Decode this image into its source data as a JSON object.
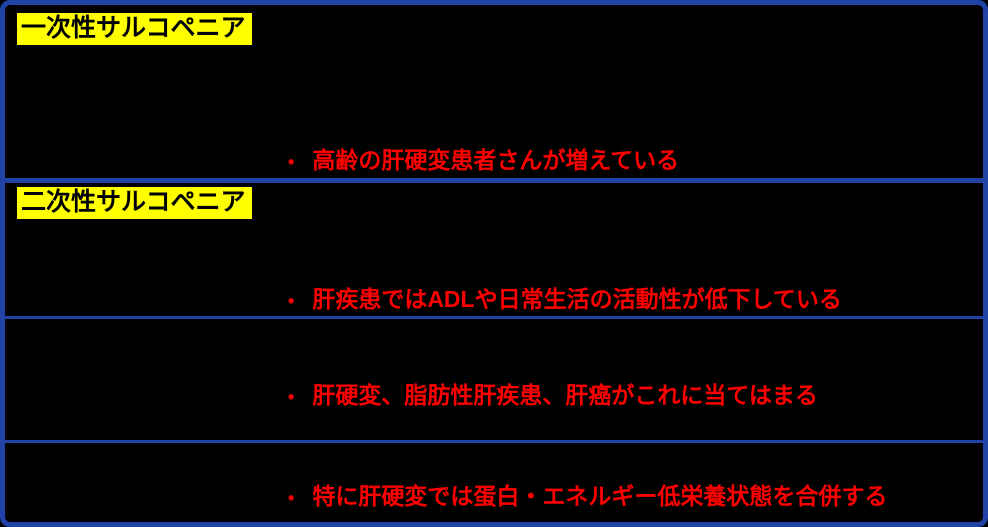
{
  "slide": {
    "background": "#000000",
    "border_color": "#2143a8",
    "bullet_color": "#ff0000",
    "highlight_color": "#ffff00",
    "bullet_glyph": "•",
    "sections": [
      {
        "header": "一次性サルコペニア",
        "bullets": [
          "高齢の肝硬変患者さんが増えている"
        ]
      },
      {
        "header": "二次性サルコペニア",
        "bullets": [
          "肝疾患ではADLや日常生活の活動性が低下している",
          "肝硬変、脂肪性肝疾患、肝癌がこれに当てはまる",
          "特に肝硬変では蛋白・エネルギー低栄養状態を合併する"
        ]
      }
    ]
  }
}
